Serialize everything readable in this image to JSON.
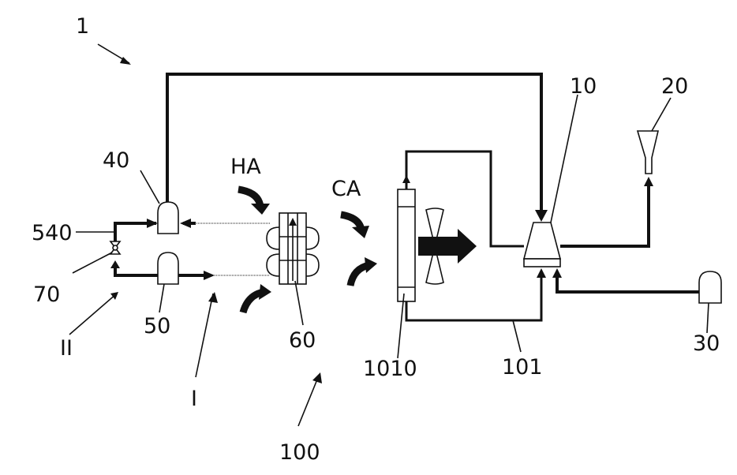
{
  "labels": {
    "system": "1",
    "compressor": "10",
    "unit_20": "20",
    "unit_30": "30",
    "unit_40": "40",
    "unit_50": "50",
    "unit_60": "60",
    "valve_70": "70",
    "line_540": "540",
    "line_101": "101",
    "unit_1010": "1010",
    "assembly_100": "100",
    "hot_air": "HA",
    "cold_air": "CA",
    "circuit_i": "I",
    "circuit_ii": "II"
  }
}
